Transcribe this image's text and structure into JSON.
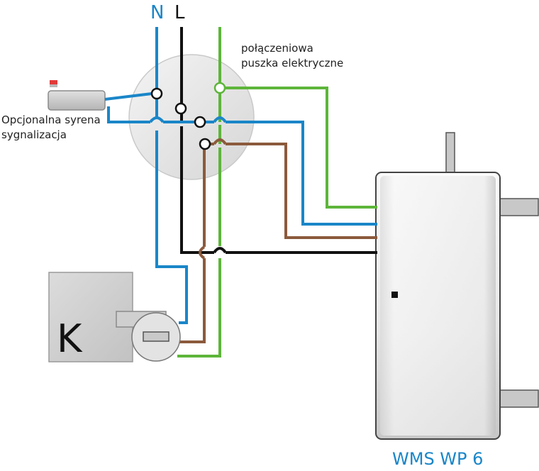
{
  "labels": {
    "neutral": "N",
    "live": "L",
    "junction_box_line1": "połączeniowa",
    "junction_box_line2": "puszka elektryczne",
    "siren_line1": "Opcjonalna syrena",
    "siren_line2": "sygnalizacja",
    "k_device": "K",
    "product_name": "WMS WP 6"
  },
  "colors": {
    "neutral_wire": "#1a86c8",
    "live_wire": "#111111",
    "earth_wire": "#5db53a",
    "switched_wire": "#8b5a3c",
    "accent_text": "#1a86c8"
  },
  "icons": {
    "siren": "siren-icon",
    "junction_box": "junction-box-icon",
    "k_device": "k-device-icon",
    "valve": "valve-icon"
  }
}
